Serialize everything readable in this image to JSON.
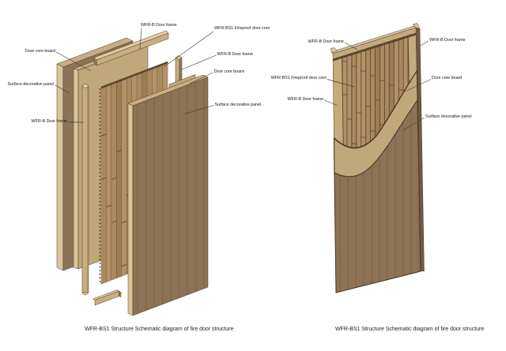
{
  "page": {
    "title": "WFR-BS1 fire door structure schematic"
  },
  "colors": {
    "background": "#ffffff",
    "dark_panel": "#8d7458",
    "dark_panel2": "#8d7255",
    "tan_board": "#c1a87b",
    "edge_light": "#d9c49c",
    "edge_mid": "#c6ad83",
    "stick_face": "#c9ae80",
    "stick_top": "#e2cda3",
    "stick_side": "#9a7f55",
    "stick_face2": "#c5aa7c",
    "slat_a": "#aa895c",
    "slat_b": "#b29267",
    "slat_dark": "#9d7e52",
    "slat_gap": "#55422e",
    "slat_cap": "#5a4630",
    "side_dark": "#6f5b43",
    "outline": "#4a3826",
    "leader": "#404040",
    "text": "#1b1b1b"
  },
  "left_diagram": {
    "caption": "WFR-BS1 Structure Schematic diagram of fire door structure",
    "labels": [
      {
        "part": "door-core-board-back",
        "text": "Door core board"
      },
      {
        "part": "surface-decorative-panel-back",
        "text": "Surface decorative panel"
      },
      {
        "part": "door-frame-left-stile",
        "text": "WFR-B Door frame"
      },
      {
        "part": "door-frame-top-rail",
        "text": "WFR-B Door frame"
      },
      {
        "part": "fireproof-door-core",
        "text": "WFR-BS1 Fireproof door core"
      },
      {
        "part": "door-frame-right-stile",
        "text": "WFR-B Door frame"
      },
      {
        "part": "door-core-board-front",
        "text": "Door core board"
      },
      {
        "part": "surface-decorative-panel-front",
        "text": "Surface decorative panel"
      }
    ]
  },
  "right_diagram": {
    "caption": "WFR-BS1 Structure Schematic diagram of fire door structure",
    "labels": [
      {
        "part": "door-frame-top-rail",
        "text": "WFR-B Door frame"
      },
      {
        "part": "door-frame-right-stile",
        "text": "WFR-B Door frame"
      },
      {
        "part": "fireproof-door-core",
        "text": "WFR-BS1 Fireproof door core"
      },
      {
        "part": "door-frame-left-stile",
        "text": "WFR-B Door frame"
      },
      {
        "part": "door-core-board",
        "text": "Door core board"
      },
      {
        "part": "surface-decorative-panel",
        "text": "Surface decorative panel"
      }
    ]
  }
}
